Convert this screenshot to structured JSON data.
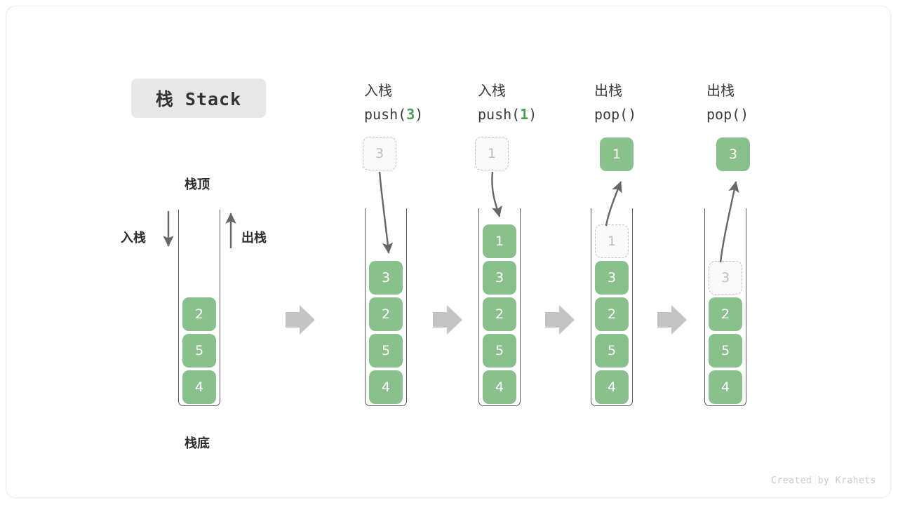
{
  "card": {
    "title_badge": "栈 Stack",
    "credit": "Created by Krahets"
  },
  "colors": {
    "element_fill": "#89c08b",
    "element_text": "#ffffff",
    "ghost_fill": "#fafafa",
    "ghost_border": "#c2c2c2",
    "ghost_text": "#c0c0c0",
    "container_line": "#5a5a5a",
    "arrow_gray": "#666666",
    "transition_arrow": "#c4c4c4",
    "badge_bg": "#e8e8e8",
    "accent_green": "#4a9d53",
    "credit_text": "#c9c9c9"
  },
  "base_stack": {
    "top_label": "栈顶",
    "bottom_label": "栈底",
    "push_label": "入栈",
    "pop_label": "出栈",
    "elements": [
      "2",
      "5",
      "4"
    ]
  },
  "steps": [
    {
      "id": "push-3",
      "head_cn": "入栈",
      "head_op_prefix": "push(",
      "head_op_value": "3",
      "head_op_suffix": ")",
      "floating": {
        "value": "3",
        "kind": "ghost"
      },
      "elements": [
        {
          "value": "3",
          "kind": "solid"
        },
        {
          "value": "2",
          "kind": "solid"
        },
        {
          "value": "5",
          "kind": "solid"
        },
        {
          "value": "4",
          "kind": "solid"
        }
      ]
    },
    {
      "id": "push-1",
      "head_cn": "入栈",
      "head_op_prefix": "push(",
      "head_op_value": "1",
      "head_op_suffix": ")",
      "floating": {
        "value": "1",
        "kind": "ghost"
      },
      "elements": [
        {
          "value": "1",
          "kind": "solid"
        },
        {
          "value": "3",
          "kind": "solid"
        },
        {
          "value": "2",
          "kind": "solid"
        },
        {
          "value": "5",
          "kind": "solid"
        },
        {
          "value": "4",
          "kind": "solid"
        }
      ]
    },
    {
      "id": "pop-1",
      "head_cn": "出栈",
      "head_op_prefix": "pop(",
      "head_op_value": "",
      "head_op_suffix": ")",
      "floating": {
        "value": "1",
        "kind": "solid"
      },
      "elements": [
        {
          "value": "1",
          "kind": "ghost"
        },
        {
          "value": "3",
          "kind": "solid"
        },
        {
          "value": "2",
          "kind": "solid"
        },
        {
          "value": "5",
          "kind": "solid"
        },
        {
          "value": "4",
          "kind": "solid"
        }
      ]
    },
    {
      "id": "pop-3",
      "head_cn": "出栈",
      "head_op_prefix": "pop(",
      "head_op_value": "",
      "head_op_suffix": ")",
      "floating": {
        "value": "3",
        "kind": "solid"
      },
      "elements": [
        {
          "value": "3",
          "kind": "ghost"
        },
        {
          "value": "2",
          "kind": "solid"
        },
        {
          "value": "5",
          "kind": "solid"
        },
        {
          "value": "4",
          "kind": "solid"
        }
      ]
    }
  ]
}
